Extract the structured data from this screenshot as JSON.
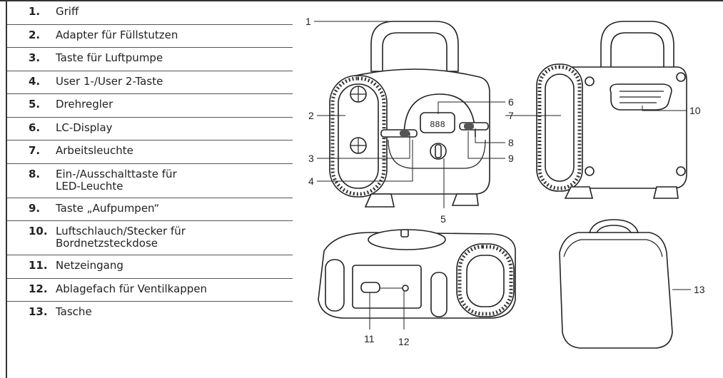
{
  "legend": [
    {
      "num": "1.",
      "label": "Griff"
    },
    {
      "num": "2.",
      "label": "Adapter für Füllstutzen"
    },
    {
      "num": "3.",
      "label": "Taste für Luftpumpe"
    },
    {
      "num": "4.",
      "label": "User 1-/User 2-Taste"
    },
    {
      "num": "5.",
      "label": "Drehregler"
    },
    {
      "num": "6.",
      "label": "LC-Display"
    },
    {
      "num": "7.",
      "label": "Arbeitsleuchte"
    },
    {
      "num": "8.",
      "label": "Ein-/Ausschalttaste für\nLED-Leuchte"
    },
    {
      "num": "9.",
      "label": "Taste „Aufpumpen“"
    },
    {
      "num": "10.",
      "label": "Luftschlauch/Stecker für\nBordnetzsteckdose"
    },
    {
      "num": "11.",
      "label": "Netzeingang"
    },
    {
      "num": "12.",
      "label": "Ablagefach für Ventilkappen"
    },
    {
      "num": "13.",
      "label": "Tasche"
    }
  ],
  "callouts": {
    "c1": "1",
    "c2": "2",
    "c3": "3",
    "c4": "4",
    "c5": "5",
    "c6": "6",
    "c7": "7",
    "c8": "8",
    "c9": "9",
    "c10": "10",
    "c11": "11",
    "c12": "12",
    "c13": "13"
  },
  "display_reading": "888"
}
